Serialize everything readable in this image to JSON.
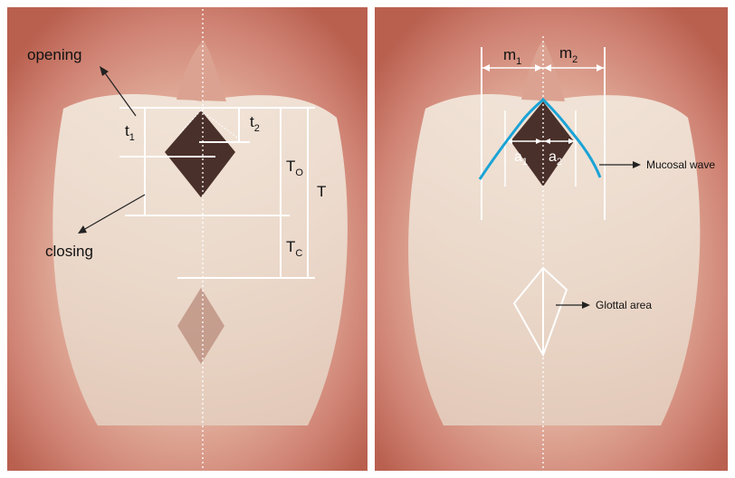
{
  "left_panel": {
    "opening_label": "opening",
    "closing_label": "closing",
    "t1": {
      "base": "t",
      "sub": "1"
    },
    "t2": {
      "base": "t",
      "sub": "2"
    },
    "T_O": {
      "base": "T",
      "sub": "O"
    },
    "T_C": {
      "base": "T",
      "sub": "C"
    },
    "T": "T"
  },
  "right_panel": {
    "m1": {
      "base": "m",
      "sub": "1"
    },
    "m2": {
      "base": "m",
      "sub": "2"
    },
    "a1": {
      "base": "a",
      "sub": "1"
    },
    "a2": {
      "base": "a",
      "sub": "2"
    },
    "mucosal_wave_label": "Mucosal wave",
    "glottal_area_label": "Glottal area"
  },
  "colors": {
    "tissue_outer": "#c97466",
    "tissue_mid": "#dca08f",
    "fold": "#efe3d6",
    "glottis": "#4a302a",
    "annotation": "#ffffff",
    "mucosal_wave_curve": "#1aa3d6"
  }
}
